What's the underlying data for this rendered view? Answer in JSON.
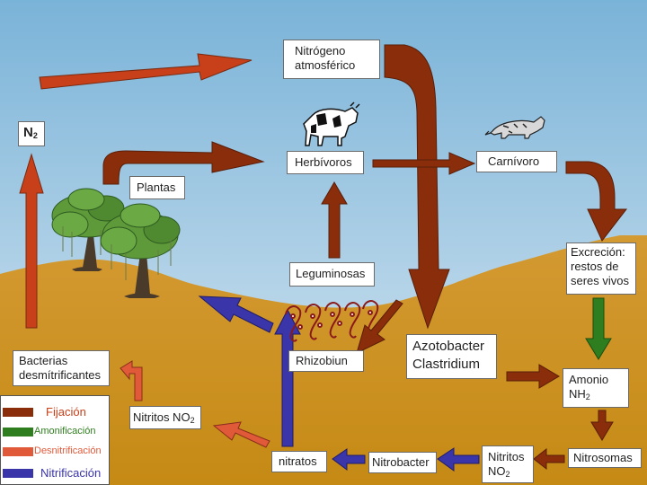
{
  "colors": {
    "sky_top": "#7ab3d8",
    "sky_bottom": "#dbe9f3",
    "soil_top": "#d49a33",
    "soil_bottom": "#c58a14",
    "fixation": "#c8401a",
    "ammonification": "#2e7d1e",
    "denitrification": "#e05a3a",
    "nitrification": "#3a35a8",
    "brown_arrow": "#8a2d0b"
  },
  "labels": {
    "n2": "N",
    "n2_sub": "2",
    "nitrogeno_atm_line1": "Nitrógeno",
    "nitrogeno_atm_line2": "atmosférico",
    "herbivoros": "Herbívoros",
    "carnivoro": "Carnívoro",
    "plantas": "Plantas",
    "leguminosas": "Leguminosas",
    "excrecion_line1": "Excreción:",
    "excrecion_line2": "restos de",
    "excrecion_line3": "seres vivos",
    "rhizobiun": "Rhizobiun",
    "azotobacter_line1": "Azotobacter",
    "azotobacter_line2": "Clastridium",
    "bacterias_line1": "Bacterias",
    "bacterias_line2": "desmítrificantes",
    "amonio_line1": "Amonio",
    "amonio_line2": "NH",
    "amonio_sub": "2",
    "nitritos_left": "Nitritos NO",
    "nitritos_left_sub": "2",
    "nitrosomas": "Nitrosomas",
    "nitritos_right_line1": "Nitritos",
    "nitritos_right_line2": "NO",
    "nitritos_right_sub": "2",
    "nitrobacter": "Nitrobacter",
    "nitratos": "nitratos"
  },
  "legend": [
    {
      "label": "Fijación",
      "color": "#c8401a"
    },
    {
      "label": "Amonificación",
      "color": "#2e7d1e"
    },
    {
      "label": "Desnitrificación",
      "color": "#e05a3a"
    },
    {
      "label": "Nitrificación",
      "color": "#3a35a8"
    }
  ]
}
